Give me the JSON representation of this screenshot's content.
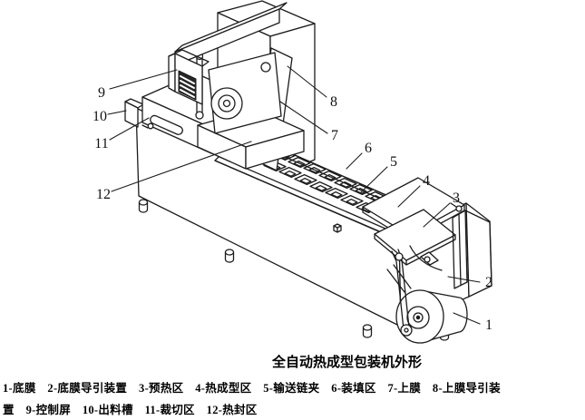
{
  "figure": {
    "caption_title": "全自动热成型包装机外形",
    "legend_line1": "1-底膜　2-底膜导引装置　3-预热区　4-热成型区　5-输送链夹　6-装填区　7-上膜　8-上膜导引装",
    "legend_line2": "置　9-控制屏　10-出料槽　11-裁切区　12-热封区",
    "parts": [
      {
        "num": "1",
        "label": "底膜"
      },
      {
        "num": "2",
        "label": "底膜导引装置"
      },
      {
        "num": "3",
        "label": "预热区"
      },
      {
        "num": "4",
        "label": "热成型区"
      },
      {
        "num": "5",
        "label": "输送链夹"
      },
      {
        "num": "6",
        "label": "装填区"
      },
      {
        "num": "7",
        "label": "上膜"
      },
      {
        "num": "8",
        "label": "上膜导引装置"
      },
      {
        "num": "9",
        "label": "控制屏"
      },
      {
        "num": "10",
        "label": "出料槽"
      },
      {
        "num": "11",
        "label": "裁切区"
      },
      {
        "num": "12",
        "label": "热封区"
      }
    ],
    "colors": {
      "line": "#1c1c1c",
      "paper": "#ffffff",
      "screen": "#262626"
    }
  }
}
